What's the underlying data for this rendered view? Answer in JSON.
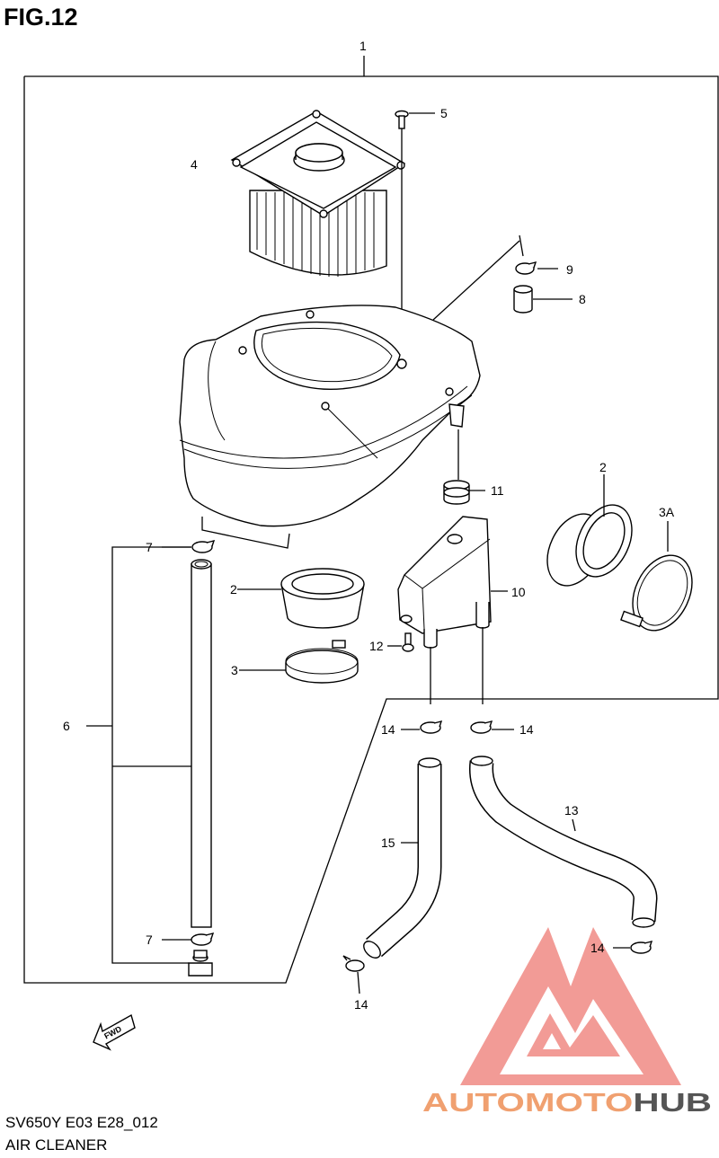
{
  "figure_title": "FIG.12",
  "model_code": "SV650Y E03 E28_012",
  "section_name": "AIR CLEANER",
  "fwd_label": "FWD",
  "callouts": {
    "c1": "1",
    "c2a": "2",
    "c2b": "2",
    "c3": "3",
    "c3a": "3A",
    "c4": "4",
    "c5": "5",
    "c6": "6",
    "c7a": "7",
    "c7b": "7",
    "c8": "8",
    "c9": "9",
    "c10": "10",
    "c11": "11",
    "c12": "12",
    "c13": "13",
    "c14a": "14",
    "c14b": "14",
    "c14c": "14",
    "c14d": "14",
    "c15": "15"
  },
  "watermark": {
    "part1": "AUTOMOTO",
    "part2": "HUB",
    "colors": {
      "auto": "#f5b27a",
      "moto": "#f07a6e",
      "hub": "#555555",
      "logo": "#f08a84"
    }
  }
}
